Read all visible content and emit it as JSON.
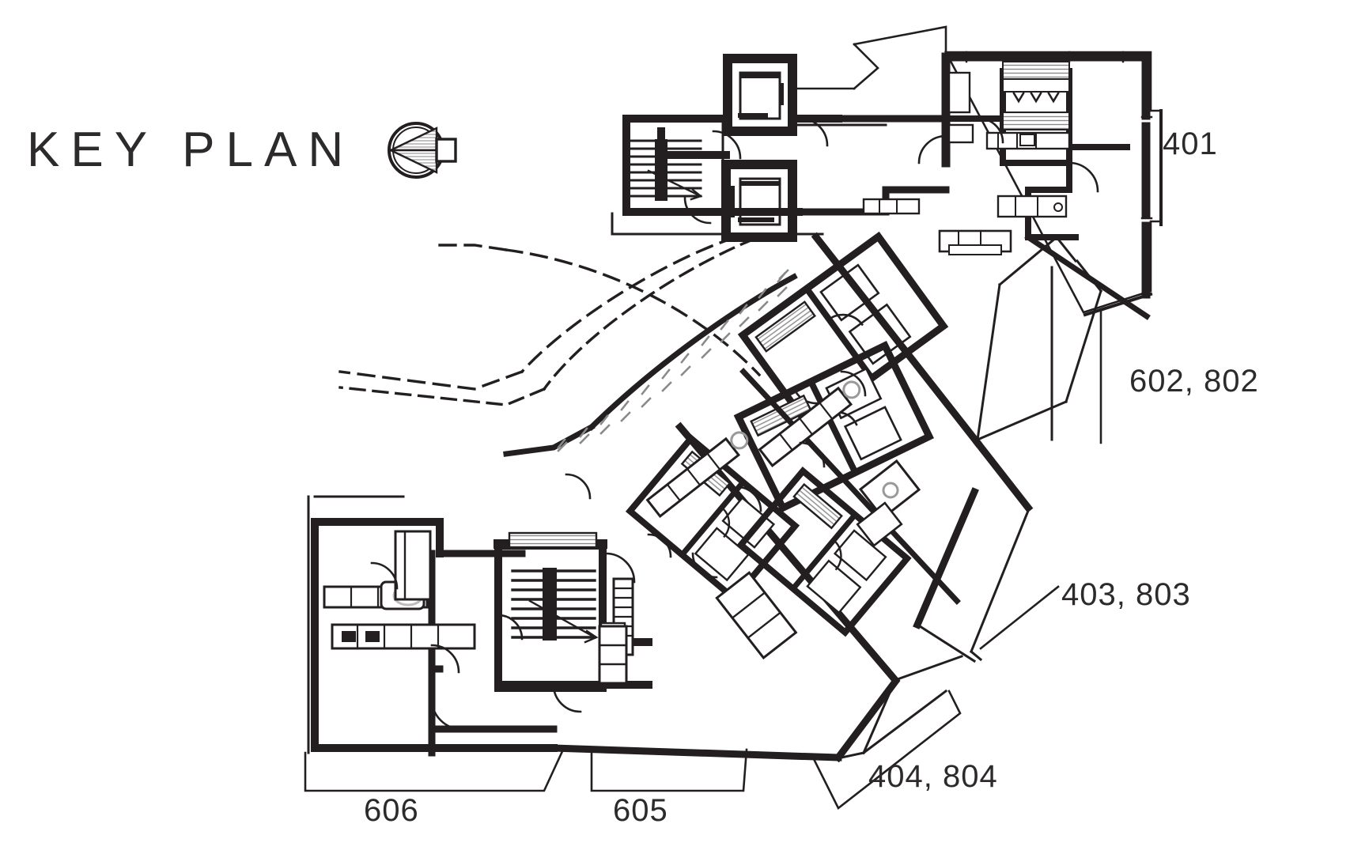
{
  "sheet": {
    "title": "KEY PLAN",
    "north_symbol": "north-arrow-icon",
    "background_color": "#ffffff",
    "line_color": "#231f20",
    "text_color": "#2c2a2b"
  },
  "labels": {
    "unit_401": "401",
    "unit_602_802": "602, 802",
    "unit_403_803": "403, 803",
    "unit_404_804": "404, 804",
    "unit_606": "606",
    "unit_605": "605"
  },
  "plan": {
    "drawing_type": "architectural floor plan key plan",
    "features": [
      "bearing walls (poche)",
      "elevator cores",
      "stair runs",
      "door swing arcs",
      "kitchen casework",
      "plumbing fixtures",
      "curved balcony with dashed overhang",
      "dimension brackets with leader lines"
    ]
  }
}
